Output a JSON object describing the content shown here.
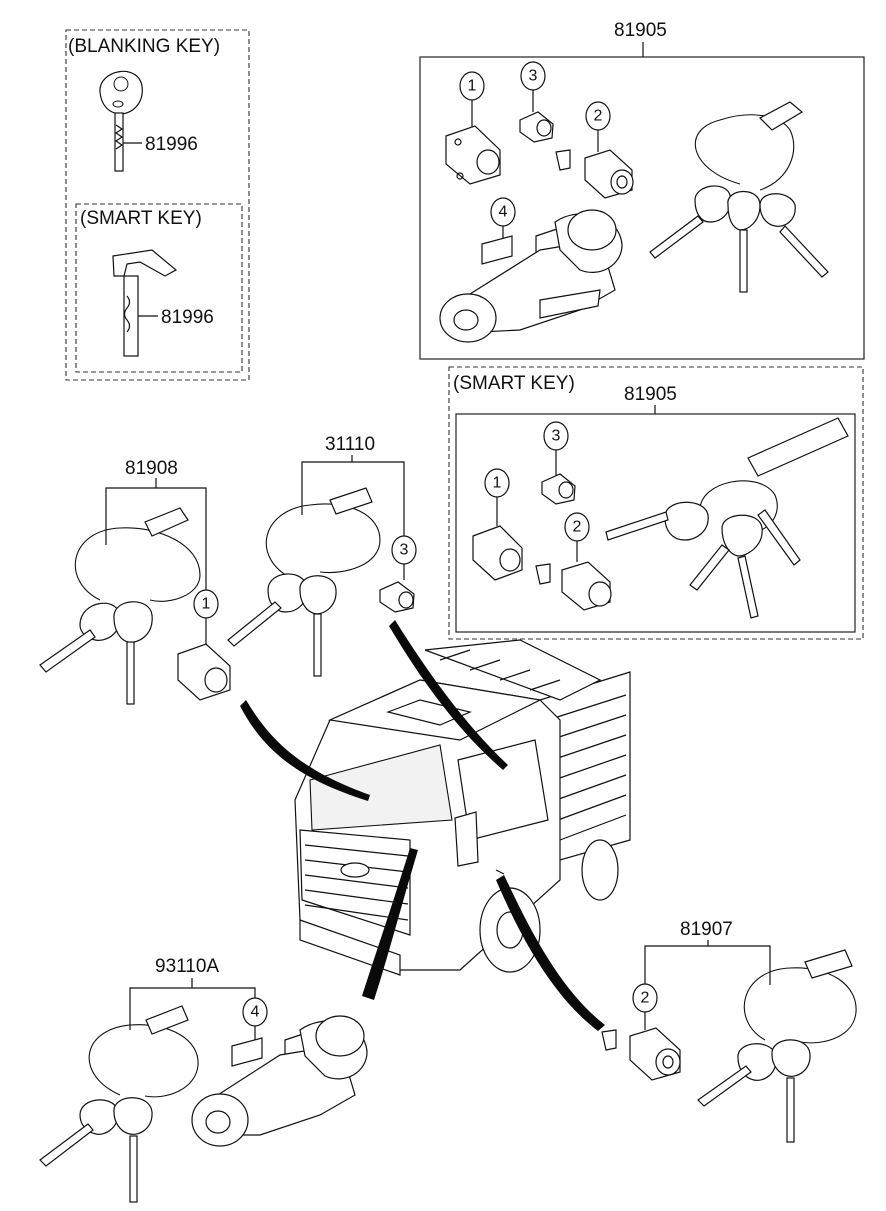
{
  "labels": {
    "blanking_key_title": "(BLANKING KEY)",
    "smart_key_title_left": "(SMART KEY)",
    "smart_key_title_right": "(SMART KEY)",
    "part_81996_blanking": "81996",
    "part_81996_smart": "81996",
    "part_81905_top": "81905",
    "part_81905_smart": "81905",
    "part_81908": "81908",
    "part_31110": "31110",
    "part_93110A": "93110A",
    "part_81907": "81907"
  },
  "callouts": {
    "top_1": "1",
    "top_2": "2",
    "top_3": "3",
    "top_4": "4",
    "smart_1": "1",
    "smart_2": "2",
    "smart_3": "3",
    "set81908_1": "1",
    "set31110_3": "3",
    "set93110A_4": "4",
    "set81907_2": "2"
  }
}
